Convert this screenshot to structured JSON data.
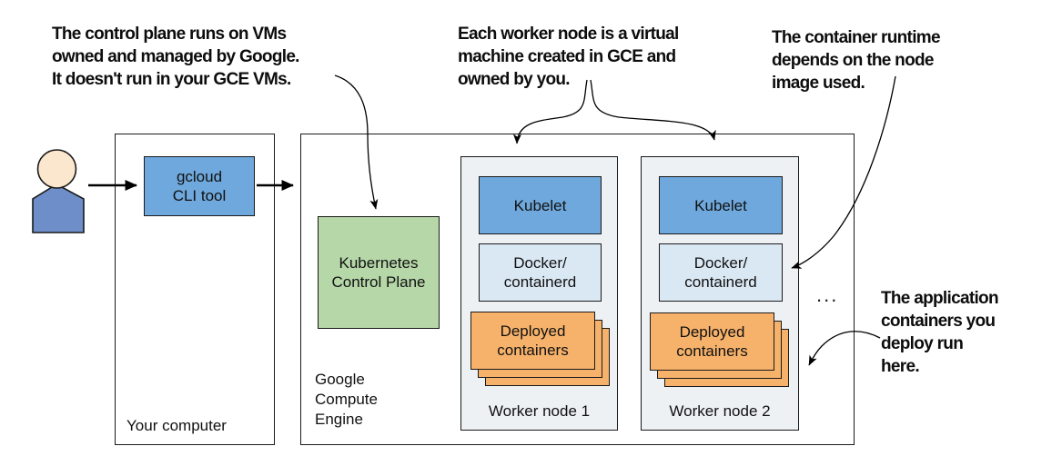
{
  "annotations": {
    "control_plane": "The control plane runs on VMs\nowned and managed by Google.\nIt doesn't run in your GCE VMs.",
    "worker_nodes": "Each worker node is a virtual\nmachine created in GCE and\nowned by you.",
    "container_runtime": "The container runtime\ndepends on the node\nimage used.",
    "app_containers": "The application\ncontainers you\ndeploy run\nhere."
  },
  "boxes": {
    "your_computer": {
      "label": "Your computer"
    },
    "gcloud": {
      "label": "gcloud\nCLI tool"
    },
    "gce": {
      "label": "Google\nCompute\nEngine"
    },
    "control_plane": {
      "label": "Kubernetes\nControl Plane"
    },
    "worker1": {
      "label": "Worker node 1",
      "kubelet": "Kubelet",
      "runtime": "Docker/\ncontainerd",
      "containers": "Deployed\ncontainers"
    },
    "worker2": {
      "label": "Worker node 2",
      "kubelet": "Kubelet",
      "runtime": "Docker/\ncontainerd",
      "containers": "Deployed\ncontainers"
    },
    "more_nodes": "..."
  },
  "icons": {
    "person": "user-silhouette"
  },
  "colors": {
    "box_blue": "#6FA8DC",
    "box_light_blue": "#DAE8F4",
    "box_green": "#B6D7A8",
    "box_orange": "#F6B26B",
    "worker_bg": "#EDF1F4",
    "person_skin": "#FBE6CE",
    "person_body": "#6D8EC8",
    "line": "#000000"
  }
}
